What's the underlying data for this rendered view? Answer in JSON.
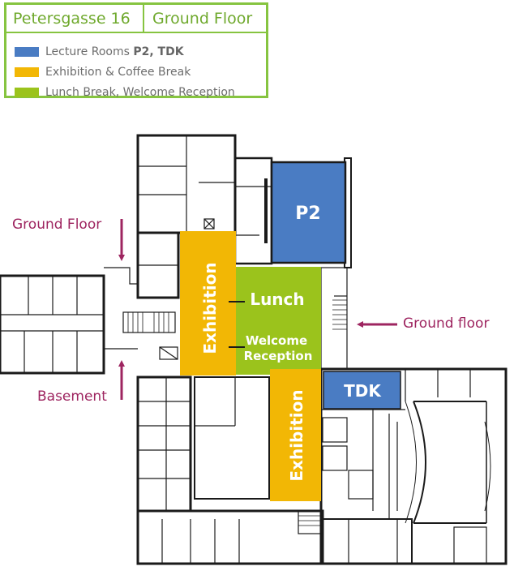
{
  "header": {
    "building": "Petersgasse 16",
    "floor": "Ground Floor"
  },
  "legend": [
    {
      "label_plain": "Lecture Rooms ",
      "label_bold": "P2, TDK",
      "color": "#4a7cc3"
    },
    {
      "label_plain": "Exhibition & Coffee Break",
      "label_bold": "",
      "color": "#f2b705"
    },
    {
      "label_plain": "Lunch Break, Welcome Reception",
      "label_bold": "",
      "color": "#9bc31c"
    }
  ],
  "rooms": {
    "p2": "P2",
    "tdk": "TDK",
    "exhibition_1": "Exhibition",
    "exhibition_2": "Exhibition",
    "lunch": "Lunch",
    "welcome_1": "Welcome",
    "welcome_2": "Reception"
  },
  "entrances": {
    "ground_floor_left": "Ground Floor",
    "ground_floor_right": "Ground floor",
    "basement": "Basement"
  },
  "colors": {
    "accent_green_border": "#86c440",
    "lecture_blue": "#4a7cc3",
    "exhibition_yellow": "#f2b705",
    "lunch_green": "#9bc31c",
    "arrow_magenta": "#9e2560",
    "wall": "#1a1a1a"
  }
}
